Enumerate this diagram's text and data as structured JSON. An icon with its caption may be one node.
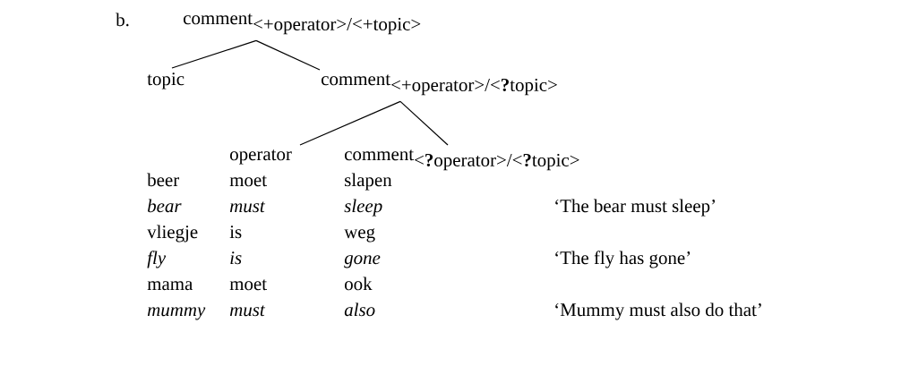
{
  "diagram": {
    "nodes": [
      {
        "text": [
          "\\mbox{comment}_{\\mbox{<+operator>/<+topic>}}"
        ]
      },
      {
        "text": [
          "topic"
        ]
      },
      {
        "text": [
          "\\mbox{comment}_{\\mbox{<+operator>/<\\textbf{?}topic>}}"
        ]
      },
      {
        "text": [
          "operator"
        ]
      },
      {
        "text": [
          "\\mbox{comment}_{\\mbox{<\\textbf{?}operator>/<\\textbf{?}topic>}}"
        ]
      }
    ],
    "edges": [
      {
        "from": 0,
        "to": 1,
        "arrow": "none"
      },
      {
        "from": 0,
        "to": 2,
        "arrow": "none"
      },
      {
        "from": 2,
        "to": 3,
        "arrow": "none"
      },
      {
        "from": 2,
        "to": 4,
        "arrow": "none"
      }
    ],
    "labels": [
      "b.",
      "beer",
      "moet",
      "slapen",
      "bear",
      "must",
      "sleep",
      "‘The bear must sleep’",
      "vliegje",
      "is",
      "weg",
      "fly",
      "is",
      "gone",
      "‘The fly has gone’",
      "mama",
      "moet",
      "ook",
      "mummy",
      "must",
      "also",
      "‘Mummy must also do that’"
    ]
  }
}
